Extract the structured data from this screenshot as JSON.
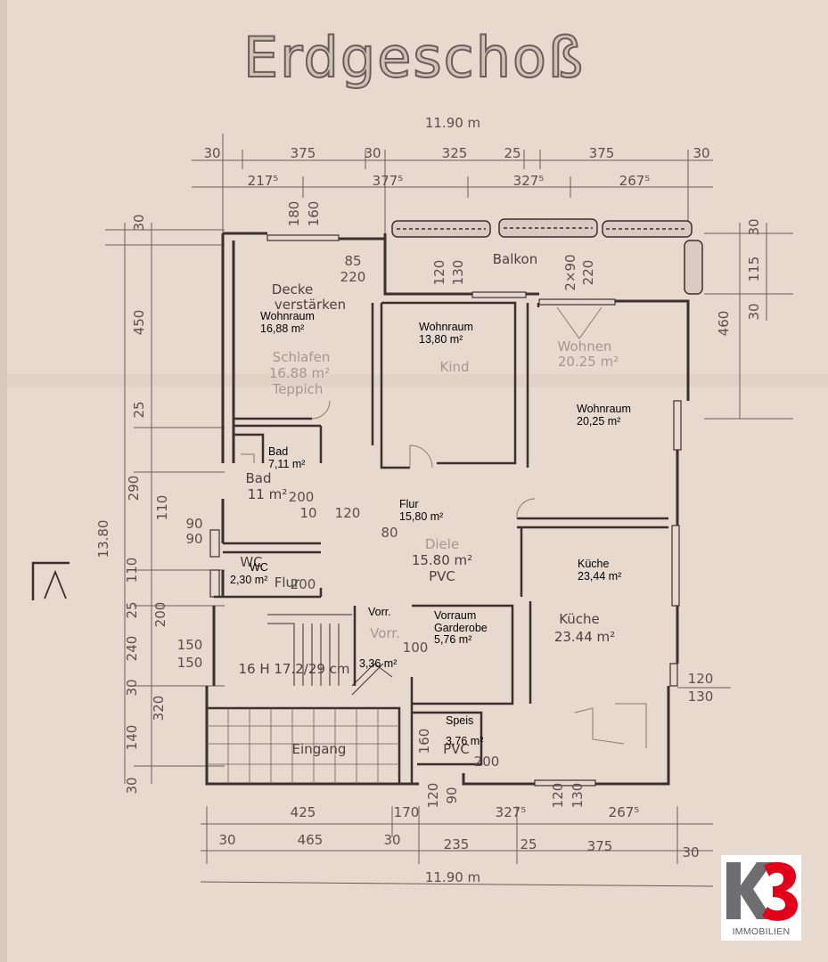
{
  "plan": {
    "title": "Erdgeschoß",
    "total_width_top": "11.90 m",
    "total_width_bottom": "11.90 m",
    "total_depth": "13.80",
    "dims_top_row1": [
      "30",
      "375",
      "30",
      "325",
      "25",
      "375",
      "30"
    ],
    "dims_top_row2": [
      "217⁵",
      "377⁵",
      "327⁵",
      "267⁵"
    ],
    "dims_bottom_row1": [
      "425",
      "170",
      "327⁵",
      "267⁵"
    ],
    "dims_bottom_row2": [
      "30",
      "465",
      "30",
      "235",
      "25",
      "375",
      "30"
    ],
    "dims_left": [
      "30",
      "450",
      "25",
      "290",
      "110",
      "90",
      "90",
      "110",
      "25",
      "200",
      "240",
      "30",
      "320",
      "140",
      "30",
      "150",
      "150"
    ],
    "dims_right": [
      "30",
      "115",
      "30",
      "460",
      "120",
      "130"
    ],
    "dims_inner": [
      "180",
      "160",
      "85",
      "220",
      "120",
      "130",
      "2×90",
      "220",
      "200",
      "10",
      "120",
      "80",
      "200",
      "100",
      "120",
      "90",
      "160",
      "200",
      "120",
      "130"
    ],
    "old_labels": {
      "balkon": "Balkon",
      "decke": "Decke",
      "verstarken": "verstärken",
      "schlafen": "Schlafen",
      "schlafen_area": "16.88 m²",
      "teppich": "Teppich",
      "kind": "Kind",
      "wohnen": "Wohnen",
      "wohnen_area": "20.25 m²",
      "bad": "Bad",
      "bad_area": "11 m²",
      "wc": "WC",
      "flur": "Flur",
      "diele": "Diele",
      "diele_area": "15.80 m²",
      "pvc": "PVC",
      "kuche": "Küche",
      "kuche_area": "23.44 m²",
      "vorr": "Vorr.",
      "stairs": "16 H 17.2/29 cm",
      "eingang": "Eingang",
      "pvc_speis": "PVC"
    },
    "rooms": [
      {
        "name": "Wohnraum",
        "area": "16,88 m²"
      },
      {
        "name": "Wohnraum",
        "area": "13,80 m²"
      },
      {
        "name": "Wohnraum",
        "area": "20,25 m²"
      },
      {
        "name": "Bad",
        "area": "7,11 m²"
      },
      {
        "name": "Flur",
        "area": "15,80 m²"
      },
      {
        "name": "WC",
        "area": "2,30 m²"
      },
      {
        "name": "Küche",
        "area": "23,44 m²"
      },
      {
        "name": "Vorr.",
        "area": "3,36 m²"
      },
      {
        "name": "Vorraum Garderobe",
        "area": "5,76 m²"
      },
      {
        "name": "Speis",
        "area": "3,76 m²"
      }
    ]
  },
  "logo": {
    "mark": "K3",
    "subtitle": "IMMOBILIEN",
    "color_k": "#6e6e70",
    "color_3": "#e3001b"
  }
}
